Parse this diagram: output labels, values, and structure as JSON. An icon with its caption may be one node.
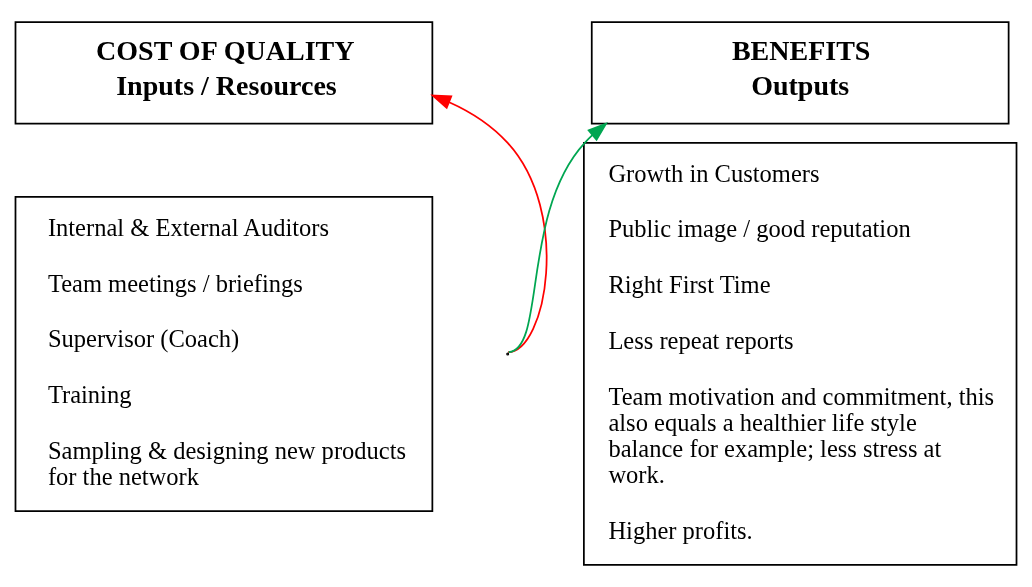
{
  "diagram": {
    "nodes": [
      {
        "text": [
          "COST OF QUALITY",
          "Inputs / Resources"
        ]
      },
      {
        "text": [
          "Internal & External Auditors",
          "Team meetings / briefings",
          "Supervisor (Coach)",
          "Training",
          "Sampling & designing new products for the network"
        ]
      },
      {
        "text": [
          "BENEFITS",
          "Outputs"
        ]
      },
      {
        "text": [
          "Growth in Customers",
          "Public image / good reputation",
          "Right First Time",
          "Less repeat reports",
          "Team motivation and commitment, this also equals a healthier life style balance for example; less stress at work.",
          "Higher profits."
        ]
      }
    ],
    "edges": [
      {
        "from": null,
        "to": 0,
        "arrow": "to",
        "color": "#ff0000"
      },
      {
        "from": null,
        "to": 2,
        "arrow": "to",
        "color": "#00a651"
      }
    ]
  }
}
